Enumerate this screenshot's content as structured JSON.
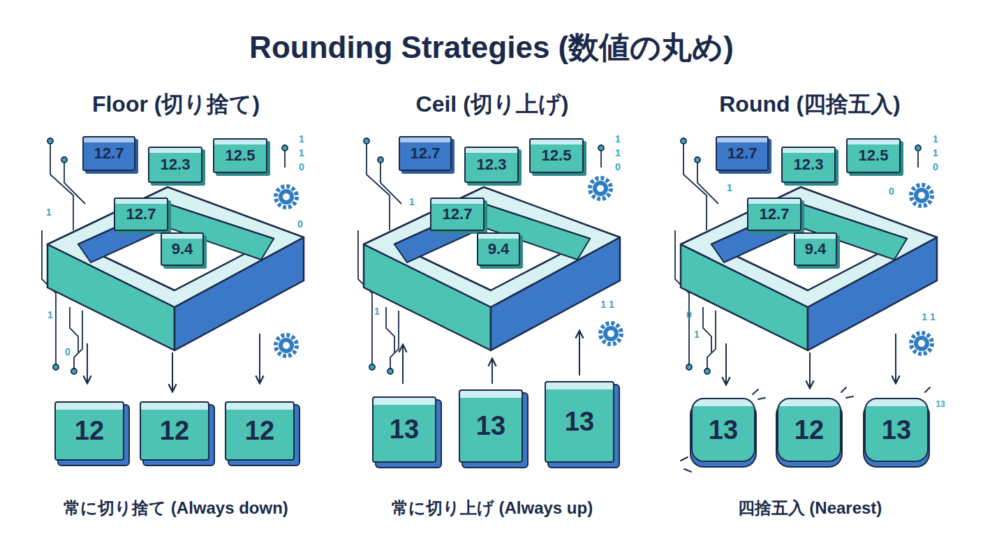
{
  "diagram": {
    "title": "Rounding Strategies (数値の丸め)",
    "nodes": [
      {
        "text": [
          "12.7"
        ]
      },
      {
        "text": [
          "12.3"
        ]
      },
      {
        "text": [
          "12.5"
        ]
      },
      {
        "text": [
          "12.7"
        ]
      },
      {
        "text": [
          "9.4"
        ]
      },
      {
        "text": [
          "12"
        ]
      },
      {
        "text": [
          "12"
        ]
      },
      {
        "text": [
          "12"
        ]
      },
      {
        "text": [
          "12.7"
        ]
      },
      {
        "text": [
          "12.3"
        ]
      },
      {
        "text": [
          "12.5"
        ]
      },
      {
        "text": [
          "12.7"
        ]
      },
      {
        "text": [
          "9.4"
        ]
      },
      {
        "text": [
          "13"
        ]
      },
      {
        "text": [
          "13"
        ]
      },
      {
        "text": [
          "13"
        ]
      },
      {
        "text": [
          "12.7"
        ]
      },
      {
        "text": [
          "12.3"
        ]
      },
      {
        "text": [
          "12.5"
        ]
      },
      {
        "text": [
          "12.7"
        ]
      },
      {
        "text": [
          "9.4"
        ]
      },
      {
        "text": [
          "13"
        ]
      },
      {
        "text": [
          "12"
        ]
      },
      {
        "text": [
          "13"
        ]
      }
    ],
    "labels": [
      "Floor (切り捨て)",
      "Ceil (切り上げ)",
      "Round (四捨五入)",
      "1",
      "1",
      "0",
      "1",
      "0",
      "1",
      "0",
      "1",
      "1",
      "0",
      "1",
      "1 1",
      "1",
      "1",
      "1",
      "0",
      "1",
      "0",
      "0",
      "1 1",
      "1",
      "13",
      "常に切り捨て (Always down)",
      "常に切り上げ (Always up)",
      "四捨五入 (Nearest)"
    ]
  }
}
